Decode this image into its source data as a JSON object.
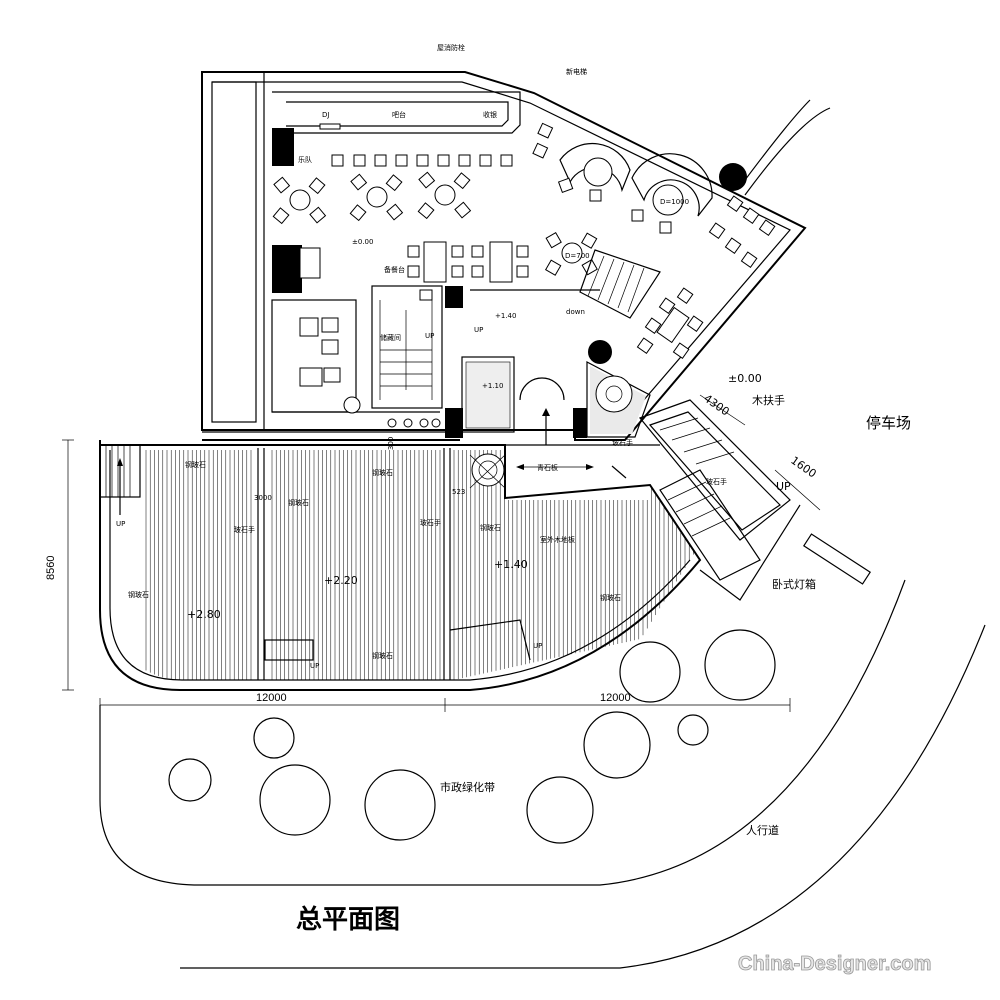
{
  "title": "总平面图",
  "areas": {
    "parking": "停车场",
    "sidewalk": "人行道",
    "green_belt": "市政绿化带"
  },
  "labels": {
    "fire_hydrant": "屋消防栓",
    "elevator": "新电梯",
    "dj": "DJ",
    "bar": "吧台",
    "cashier": "收银",
    "band": "乐队",
    "prep": "备餐台",
    "storage": "储藏间",
    "up": "UP",
    "down": "down",
    "floor_lights": "卧式灯箱",
    "wood_handrail": "木扶手",
    "bluestone": "青石板",
    "outdoor_deck": "室外木地板",
    "steel_glass": "钢玻石",
    "glass_rail": "玻石手",
    "table_d1000": "D=1000",
    "table_d700": "D=700"
  },
  "levels": {
    "indoor": "±0.00",
    "indoor_right": "±0.00",
    "raised": "+1.40",
    "deck_left": "+2.80",
    "deck_mid": "+2.20",
    "deck_right": "+1.40",
    "entry": "+1.10"
  },
  "dimensions": {
    "depth": "8560",
    "width_left": "12000",
    "width_right": "12000",
    "ramp_len": "4300",
    "ramp_w": "1600",
    "small_a": "3000",
    "small_b": "523",
    "small_c": "300"
  },
  "watermark": "China-Designer.com"
}
